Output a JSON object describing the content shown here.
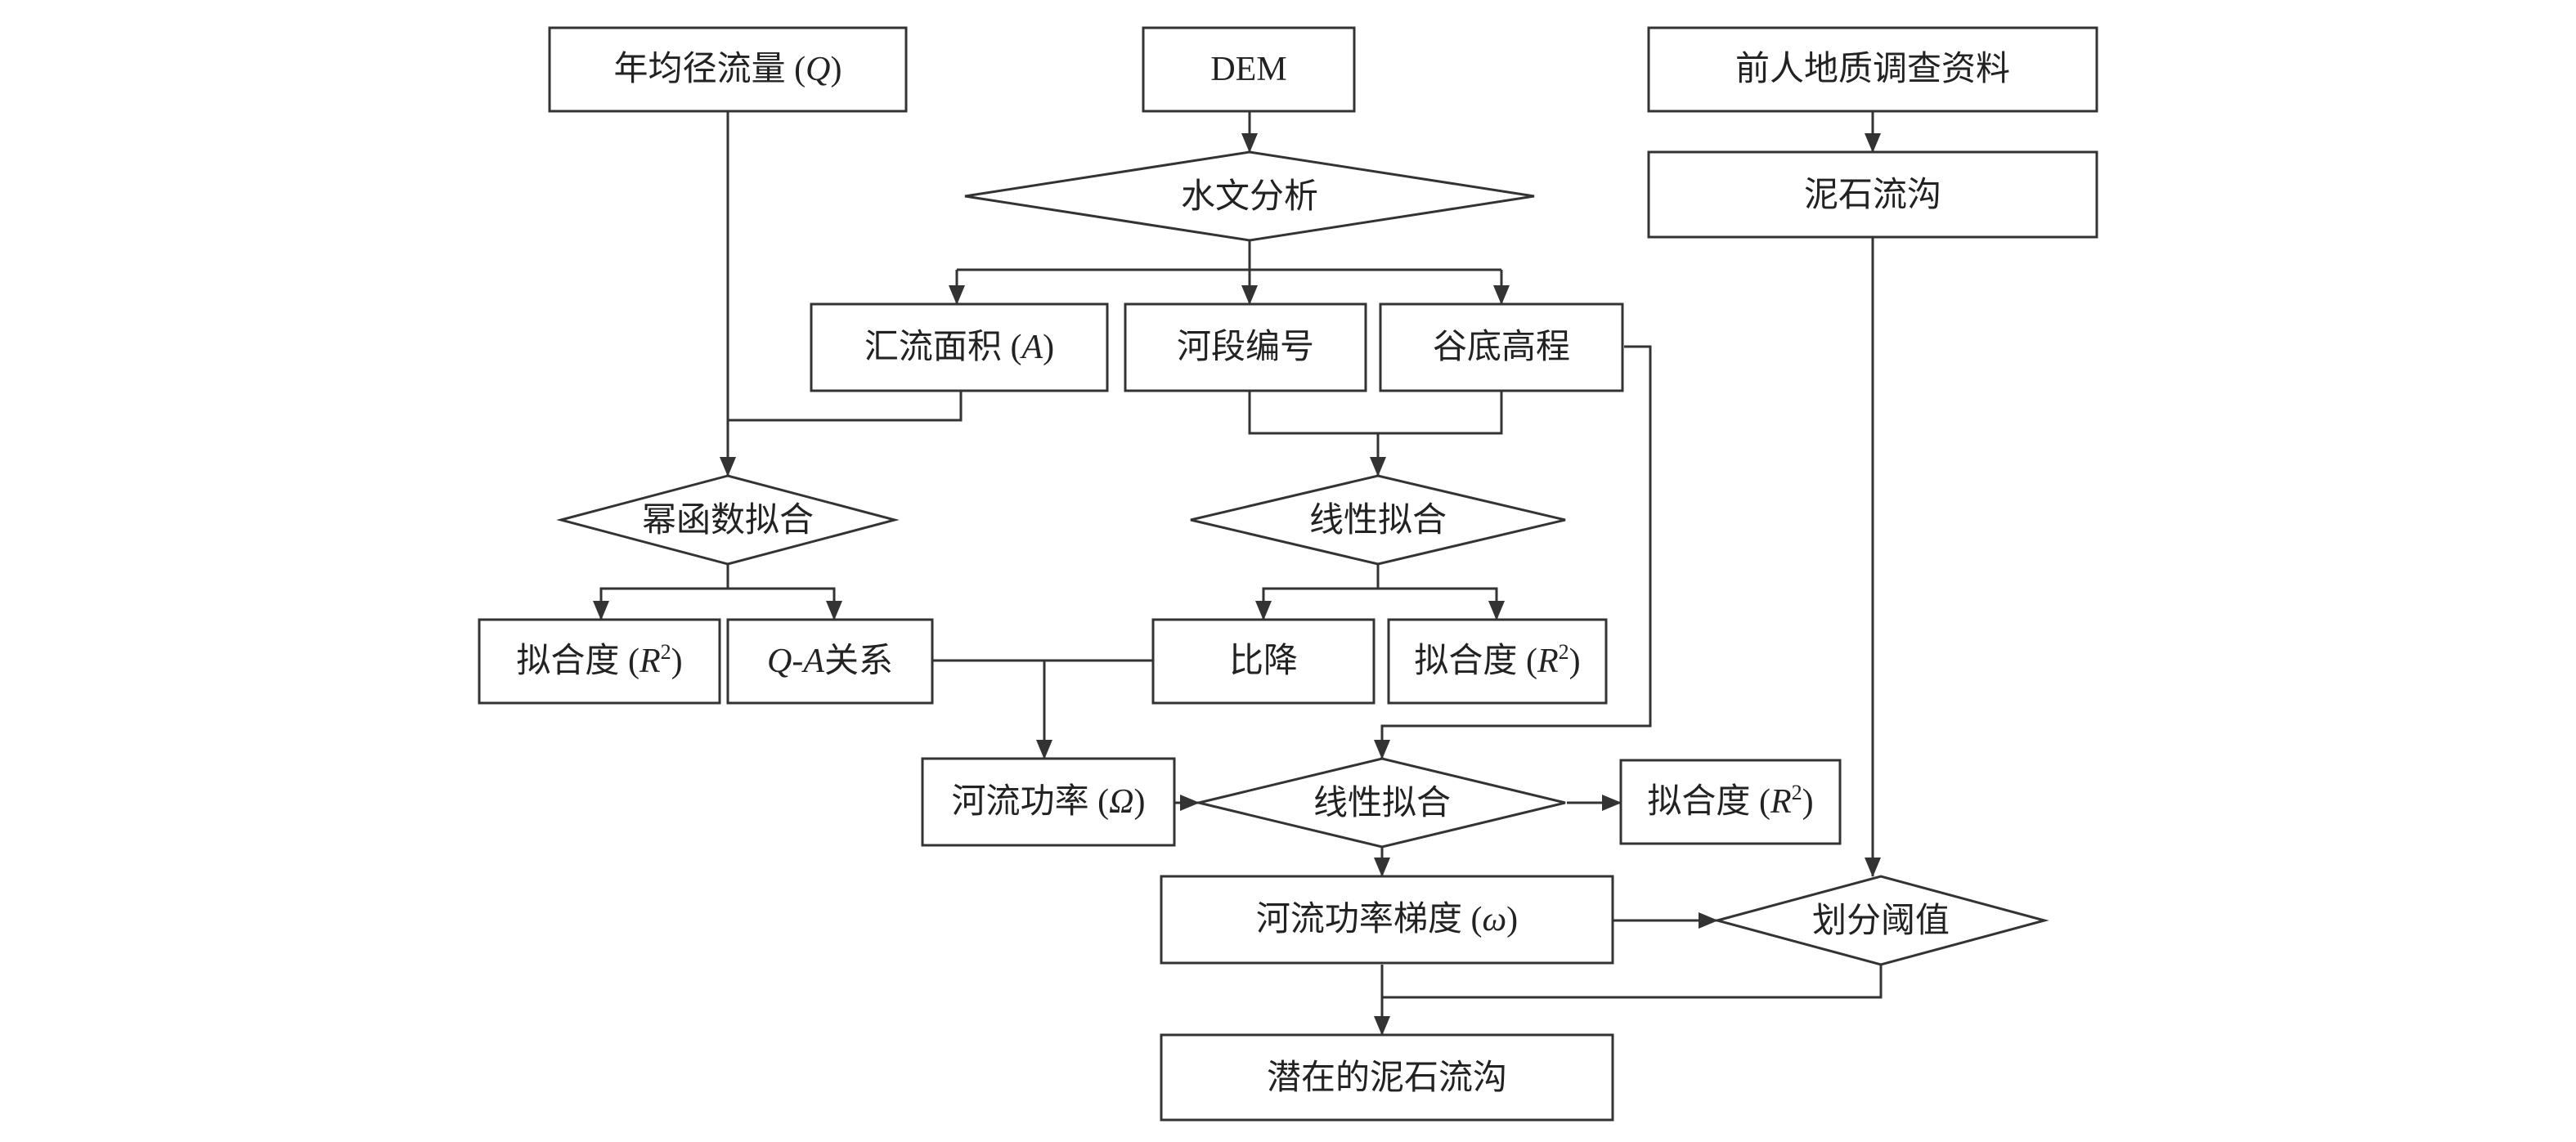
{
  "colors": {
    "stroke": "#333333",
    "text": "#222222",
    "background": "#ffffff"
  },
  "nodes": {
    "q": {
      "label": "年均径流量 (Q)"
    },
    "dem": {
      "label": "DEM"
    },
    "prior": {
      "label": "前人地质调查资料"
    },
    "hydro": {
      "label": "水文分析"
    },
    "debris": {
      "label": "泥石流沟"
    },
    "area": {
      "label": "汇流面积 (A)"
    },
    "segment": {
      "label": "河段编号"
    },
    "valley": {
      "label": "谷底高程"
    },
    "powerfit": {
      "label": "幂函数拟合"
    },
    "linfit1": {
      "label": "线性拟合"
    },
    "r2a": {
      "label": "拟合度 (R2)"
    },
    "qa": {
      "label": "Q-A关系"
    },
    "slope": {
      "label": "比降"
    },
    "r2b": {
      "label": "拟合度 (R2)"
    },
    "power": {
      "label": "河流功率 (Ω)"
    },
    "linfit2": {
      "label": "线性拟合"
    },
    "r2c": {
      "label": "拟合度 (R2)"
    },
    "gradient": {
      "label": "河流功率梯度 (ω)"
    },
    "threshold": {
      "label": "划分阈值"
    },
    "potential": {
      "label": "潜在的泥石流沟"
    }
  },
  "edges": [
    {
      "from": "dem",
      "to": "hydro"
    },
    {
      "from": "prior",
      "to": "debris"
    },
    {
      "from": "hydro",
      "to": "area"
    },
    {
      "from": "hydro",
      "to": "segment"
    },
    {
      "from": "hydro",
      "to": "valley"
    },
    {
      "from": "q",
      "to": "powerfit"
    },
    {
      "from": "area",
      "to": "powerfit"
    },
    {
      "from": "segment",
      "to": "linfit1"
    },
    {
      "from": "valley",
      "to": "linfit1"
    },
    {
      "from": "powerfit",
      "to": "r2a"
    },
    {
      "from": "powerfit",
      "to": "qa"
    },
    {
      "from": "linfit1",
      "to": "slope"
    },
    {
      "from": "linfit1",
      "to": "r2b"
    },
    {
      "from": "qa",
      "to": "power"
    },
    {
      "from": "slope",
      "to": "power"
    },
    {
      "from": "valley",
      "to": "linfit2"
    },
    {
      "from": "power",
      "to": "linfit2"
    },
    {
      "from": "linfit2",
      "to": "r2c"
    },
    {
      "from": "linfit2",
      "to": "gradient"
    },
    {
      "from": "gradient",
      "to": "threshold"
    },
    {
      "from": "debris",
      "to": "threshold"
    },
    {
      "from": "gradient",
      "to": "potential"
    },
    {
      "from": "threshold",
      "to": "potential"
    }
  ]
}
